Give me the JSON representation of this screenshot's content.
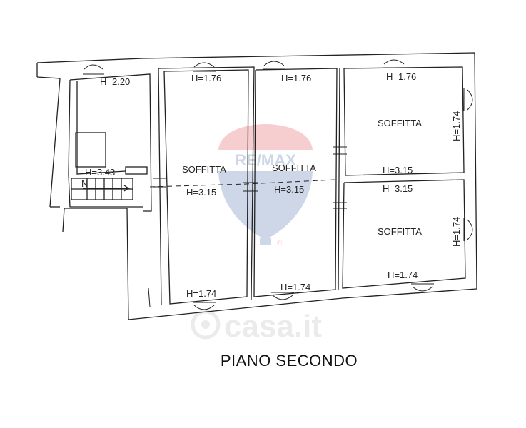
{
  "plan": {
    "title": "PIANO SECONDO",
    "rooms": [
      {
        "id": "r1",
        "name": "SOFFITTA"
      },
      {
        "id": "r2",
        "name": "SOFFITTA"
      },
      {
        "id": "r3",
        "name": "SOFFITTA"
      },
      {
        "id": "r4",
        "name": "SOFFITTA"
      }
    ],
    "heights": {
      "h_a": "H=2.20",
      "h_b": "H=1.76",
      "h_c": "H=1.76",
      "h_d": "H=1.76",
      "h_e": "H=1.74",
      "h_f": "H=3.43",
      "h_g": "H=3.15",
      "h_h": "H=3.15",
      "h_i": "H=3.15",
      "h_j": "H=3.15",
      "h_k": "H=1.74",
      "h_l": "H=1.74",
      "h_m": "H=1.74",
      "h_n": "H=1.74"
    },
    "stair_mark": "N"
  },
  "watermarks": {
    "agency": "RE/MAX",
    "portal": "casa.it",
    "registered": "®"
  },
  "colors": {
    "line": "#222222",
    "remax_red": "#d9232e",
    "remax_blue": "#1f4e9c",
    "watermark_grey": "#c8c8c8"
  }
}
